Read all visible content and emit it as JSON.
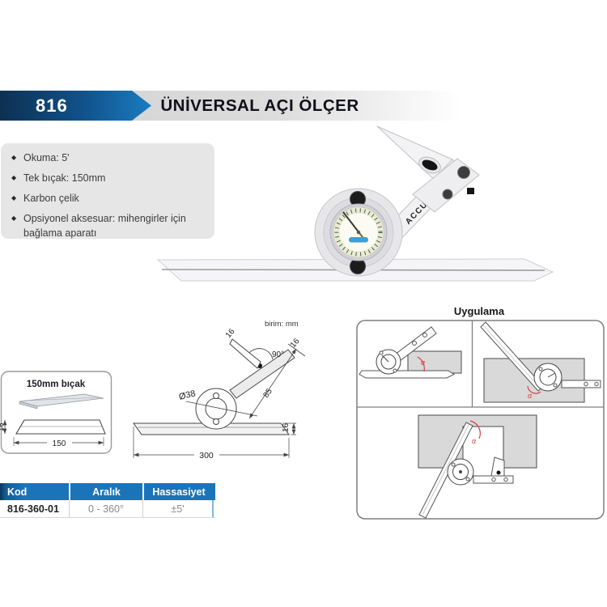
{
  "header": {
    "code": "816",
    "title": "ÜNİVERSAL AÇI ÖLÇER"
  },
  "features": {
    "bullet_char": "◆",
    "items": [
      "Okuma: 5'",
      "Tek bıçak: 150mm",
      "Karbon çelik",
      "Opsiyonel aksesuar: mihengirler için bağlama aparatı"
    ]
  },
  "product": {
    "brand_label": "ACCUD"
  },
  "blade_box": {
    "title": "150mm bıçak",
    "thickness": "16",
    "length": "150"
  },
  "drawing": {
    "unit_label": "birim: mm",
    "blade_width": "16",
    "angle": "90°",
    "arm_width": "16",
    "arm_length": "85",
    "dial_diameter": "Ø38",
    "base_thickness": "16",
    "base_length": "300"
  },
  "uygulama": {
    "title": "Uygulama",
    "angle_symbol": "α"
  },
  "table": {
    "headers": [
      "Kod",
      "Aralık",
      "Hassasiyet"
    ],
    "rows": [
      [
        "816-360-01",
        "0 - 360°",
        "±5'"
      ]
    ]
  },
  "colors": {
    "header_blue_dark": "#0d3052",
    "header_blue": "#1a7cc0",
    "table_header_blue": "#1b74b8",
    "accent_red": "#d84040",
    "box_gray": "#e6e6e6",
    "workpiece_gray": "#d9d9d9"
  }
}
